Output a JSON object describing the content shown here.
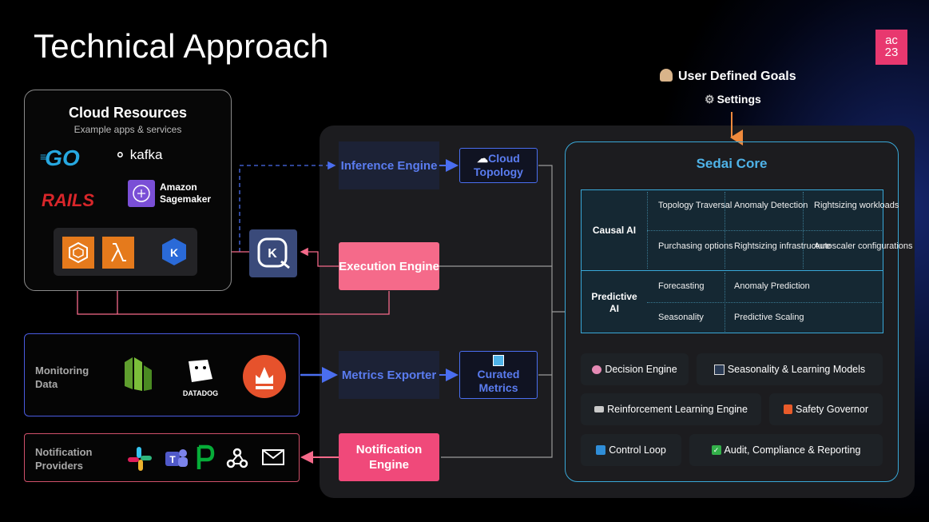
{
  "title": "Technical Approach",
  "logo": {
    "line1": "ac",
    "line2": "23"
  },
  "goals": {
    "icon": "person-icon",
    "label": "User Defined Goals",
    "settings_icon": "gear-icon",
    "settings_label": "Settings"
  },
  "cloud_resources": {
    "title": "Cloud Resources",
    "subtitle": "Example apps & services",
    "logos": {
      "go": "GO",
      "kafka": "kafka",
      "rails": "RAILS",
      "sagemaker": "Amazon Sagemaker"
    }
  },
  "engines": {
    "inference": "Inference Engine",
    "execution": "Execution Engine",
    "metrics_exporter": "Metrics Exporter",
    "notification": "Notification Engine",
    "cloud_topology": "Cloud Topology",
    "curated_metrics": "Curated Metrics"
  },
  "monitoring": {
    "label": "Monitoring Data",
    "datadog": "DATADOG"
  },
  "notification_providers": {
    "label": "Notification Providers"
  },
  "core": {
    "title": "Sedai Core",
    "causal_label": "Causal AI",
    "causal_cells": [
      "Topology Traversal",
      "Anomaly Detection",
      "Rightsizing workloads",
      "Purchasing options",
      "Rightsizing infrastructure",
      "Autoscaler configurations"
    ],
    "predictive_label": "Predictive AI",
    "predictive_cells": [
      "Forecasting",
      "Anomaly Prediction",
      "Seasonality",
      "Predictive Scaling"
    ],
    "modules": [
      "Decision Engine",
      "Seasonality & Learning Models",
      "Reinforcement Learning Engine",
      "Safety Governor",
      "Control Loop",
      "Audit, Compliance & Reporting"
    ]
  },
  "colors": {
    "accent_blue": "#4a6ef0",
    "pink": "#f56a8a",
    "cyan": "#39a8d8",
    "orange": "#f08a3c",
    "logo": "#e8386f"
  }
}
